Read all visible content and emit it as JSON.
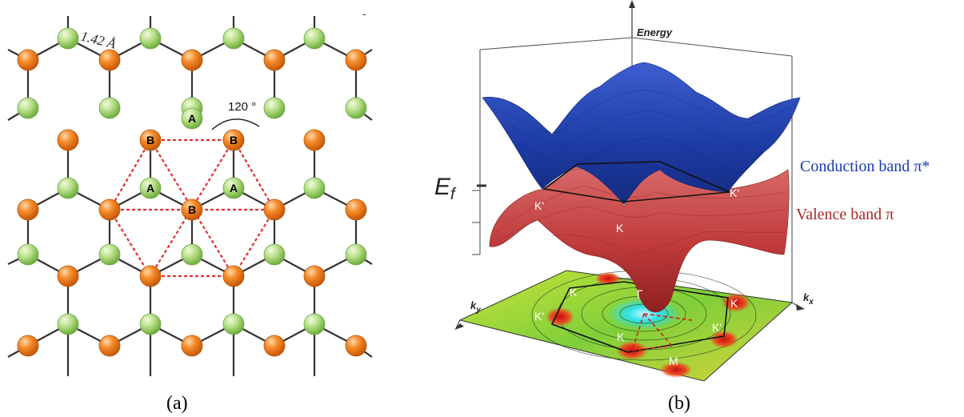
{
  "panel_a": {
    "bond_length": "1.42 Å",
    "angle": "120 °",
    "sublattice_a": "A",
    "sublattice_b": "B",
    "caption": "(a)",
    "colors": {
      "atom_a": "#9ed06a",
      "atom_b": "#f07d22",
      "bond": "#333333",
      "highlight": "#e03030"
    }
  },
  "panel_b": {
    "y_axis": "Energy",
    "fermi_level": "Ef",
    "conduction_label": "Conduction band π*",
    "valence_label": "Valence band π",
    "kx": "kx",
    "ky": "ky",
    "k_point": "K",
    "k_prime": "K'",
    "gamma": "Γ",
    "m_point": "M",
    "caption": "(b)",
    "colors": {
      "conduction": "#1e3fa8",
      "valence": "#c0393c",
      "conduction_text": "#1a3aa8",
      "valence_text": "#a82828"
    }
  }
}
